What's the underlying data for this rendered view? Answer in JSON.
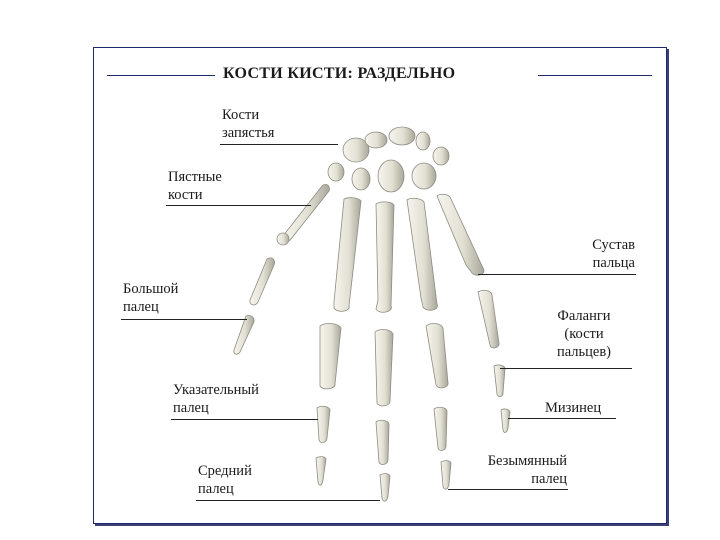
{
  "title": "КОСТИ КИСТИ: РАЗДЕЛЬНО",
  "labels": {
    "carpal": "Кости\nзапястья",
    "metacarpal": "Пястные\nкости",
    "thumb": "Большой\nпалец",
    "index": "Указательный\nпалец",
    "middle": "Средний\nпалец",
    "joint": "Сустав\nпальца",
    "phalanges": "Фаланги\n(кости\nпальцев)",
    "pinky": "Мизинец",
    "ring": "Безымянный\nпалец"
  },
  "colors": {
    "frame": "#1f2a6b",
    "bone_fill": "#e9e7dc",
    "bone_shadow": "#9c9a8e"
  }
}
